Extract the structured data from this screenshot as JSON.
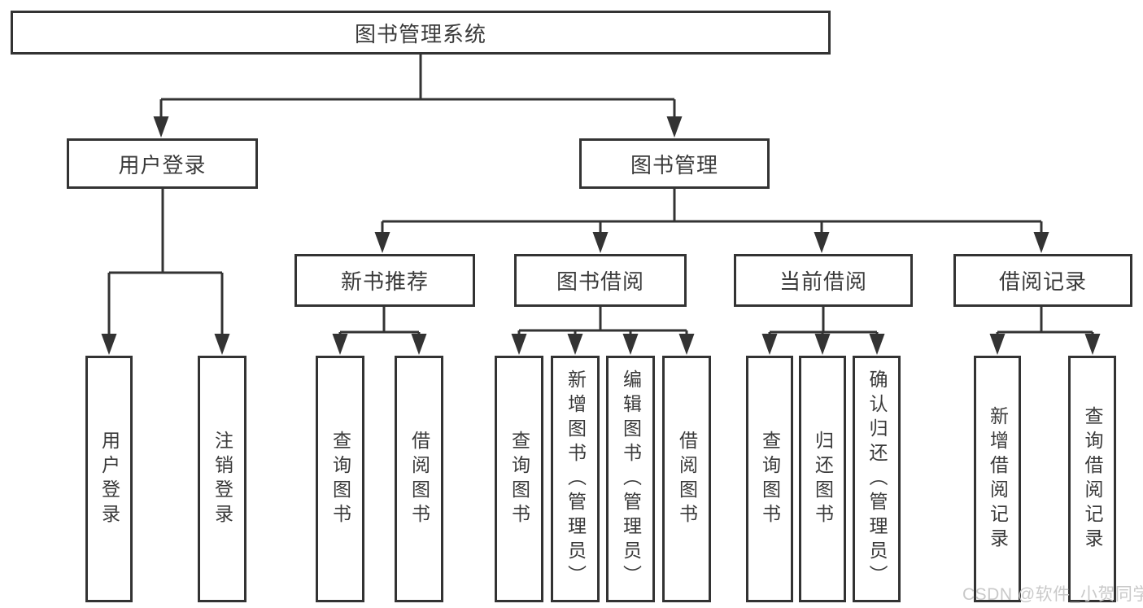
{
  "diagram_type": "functional-structure-tree",
  "colors": {
    "background": "#ffffff",
    "line": "#333333",
    "box_border": "#333333",
    "text": "#3a3a3a",
    "watermark": "#c9c9c9"
  },
  "nodes": {
    "root": "图书管理系统",
    "user_login": "用户登录",
    "book_management": "图书管理",
    "new_book_recommend": "新书推荐",
    "book_borrowing": "图书借阅",
    "current_borrowing": "当前借阅",
    "borrowing_records": "借阅记录",
    "ul_user_login": "用户登录",
    "ul_logout": "注销登录",
    "nb_query_books": "查询图书",
    "nb_borrow_books": "借阅图书",
    "bb_query_books": "查询图书",
    "bb_add_books_admin": "新增图书（管理员）",
    "bb_edit_books_admin": "编辑图书（管理员）",
    "bb_borrow_books": "借阅图书",
    "cb_query_books": "查询图书",
    "cb_return_books": "归还图书",
    "cb_confirm_return_admin": "确认归还（管理员）",
    "br_add_record": "新增借阅记录",
    "br_query_record": "查询借阅记录"
  },
  "hierarchy": {
    "图书管理系统": {
      "用户登录": [
        "用户登录",
        "注销登录"
      ],
      "图书管理": {
        "新书推荐": [
          "查询图书",
          "借阅图书"
        ],
        "图书借阅": [
          "查询图书",
          "新增图书（管理员）",
          "编辑图书（管理员）",
          "借阅图书"
        ],
        "当前借阅": [
          "查询图书",
          "归还图书",
          "确认归还（管理员）"
        ],
        "借阅记录": [
          "新增借阅记录",
          "查询借阅记录"
        ]
      }
    }
  },
  "watermark": {
    "text": "CSDN @软件_小贺同学"
  }
}
